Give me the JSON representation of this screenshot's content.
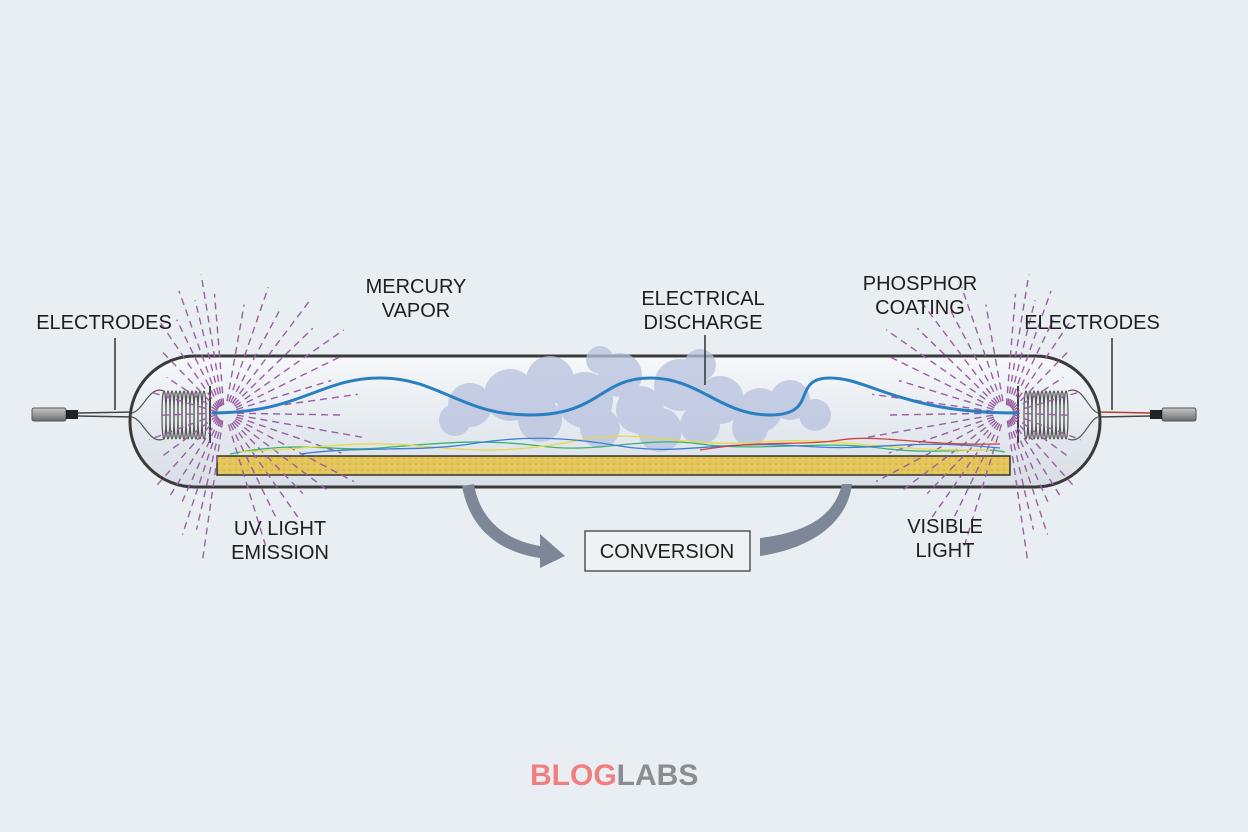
{
  "labels": {
    "electrodes_left": "ELECTRODES",
    "mercury_vapor": [
      "MERCURY",
      "VAPOR"
    ],
    "electrical_discharge": [
      "ELECTRICAL",
      "DISCHARGE"
    ],
    "phosphor_coating": [
      "PHOSPHOR",
      "COATING"
    ],
    "electrodes_right": "ELECTRODES",
    "uv_light_emission": [
      "UV LIGHT",
      "EMISSION"
    ],
    "conversion": "CONVERSION",
    "visible_light": [
      "VISIBLE",
      "LIGHT"
    ]
  },
  "logo": {
    "part1": "BLOG",
    "part2": "LABS"
  },
  "colors": {
    "background": "#e9eef2",
    "discharge": "#2a7fc0",
    "phosphor": "#e4c55a",
    "rays": "#9b5fa3",
    "arrow": "#7d8797",
    "logo_red": "#f08080",
    "logo_gray": "#8a8d90"
  }
}
